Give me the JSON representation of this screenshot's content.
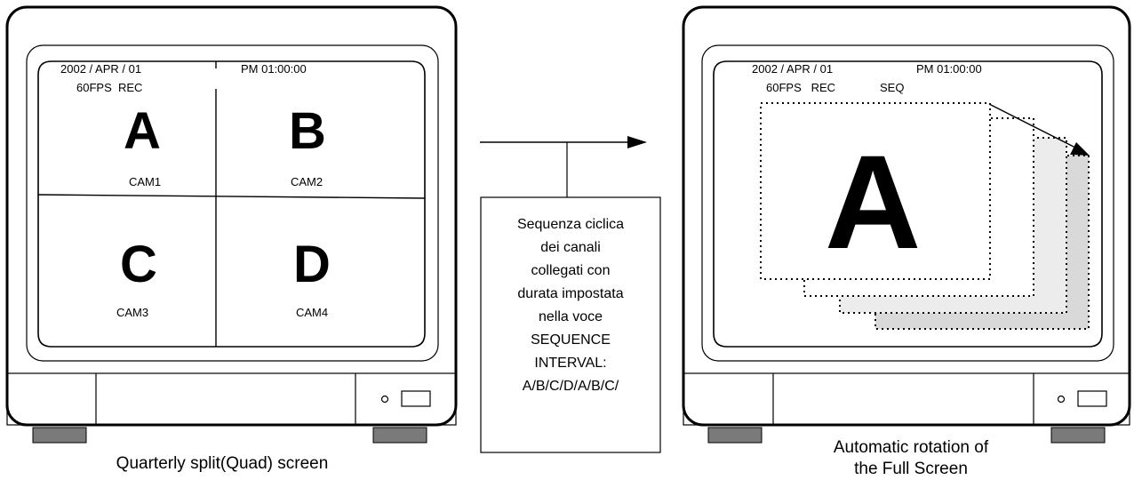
{
  "left_monitor": {
    "date": "2002 / APR / 01",
    "time": "PM 01:00:00",
    "status": "60FPS  REC",
    "quads": [
      {
        "letter": "A",
        "cam": "CAM1"
      },
      {
        "letter": "B",
        "cam": "CAM2"
      },
      {
        "letter": "C",
        "cam": "CAM3"
      },
      {
        "letter": "D",
        "cam": "CAM4"
      }
    ],
    "caption": "Quarterly split(Quad) screen"
  },
  "right_monitor": {
    "date": "2002 / APR / 01",
    "time": "PM 01:00:00",
    "status": "60FPS   REC",
    "mode": "SEQ",
    "letter": "A",
    "caption_line1": "Automatic rotation of",
    "caption_line2": "the Full Screen"
  },
  "note": {
    "lines": [
      "Sequenza ciclica",
      "dei canali",
      "collegati con",
      "durata impostata",
      "nella voce",
      "SEQUENCE",
      "INTERVAL:",
      "A/B/C/D/A/B/C/"
    ]
  }
}
